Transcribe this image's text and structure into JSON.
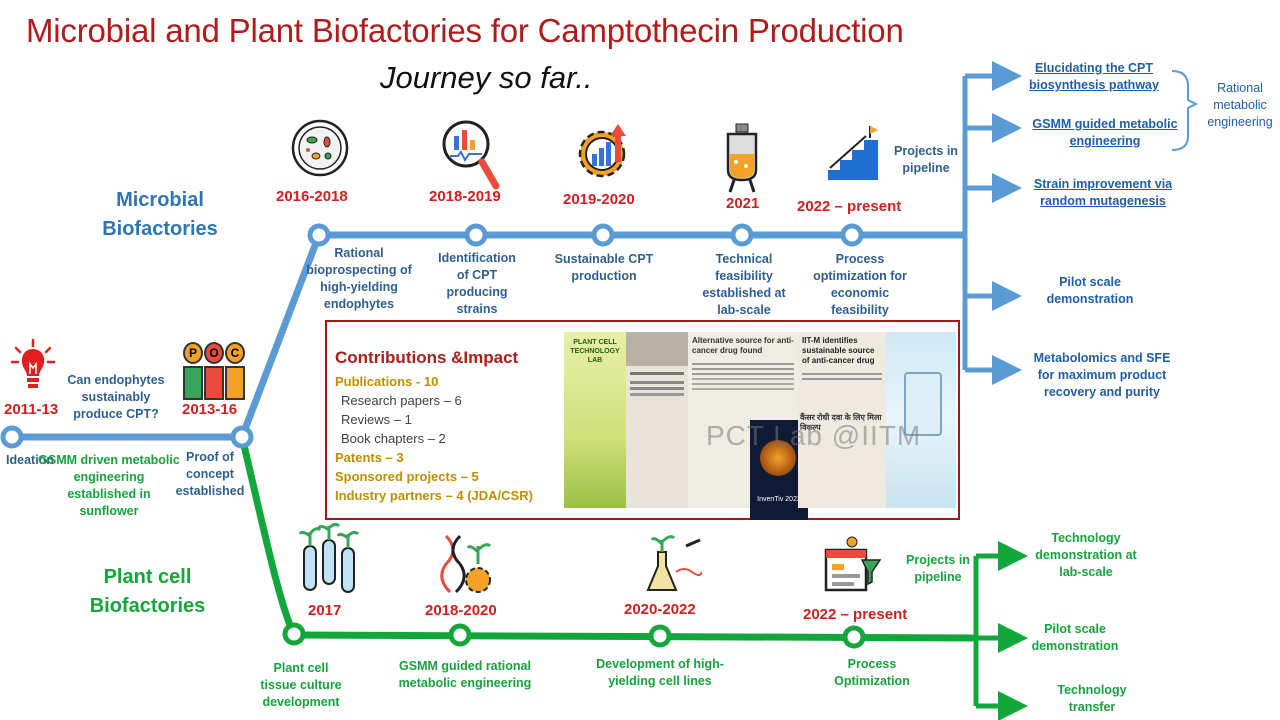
{
  "title": "Microbial and Plant Biofactories for Camptothecin Production",
  "subtitle": "Journey so far..",
  "sections": {
    "microbial": "Microbial Biofactories",
    "plant": "Plant cell Biofactories"
  },
  "start": {
    "ideation_year": "2011-13",
    "ideation_label": "Ideation",
    "question": "Can endophytes sustainably produce CPT?",
    "gsmm_sunflower": "GSMM driven metabolic engineering established in sunflower",
    "poc_year": "2013-16",
    "poc_label": "Proof of concept established",
    "poc_icon_letters": [
      "P",
      "O",
      "C"
    ]
  },
  "microbial_milestones": [
    {
      "year": "2016-2018",
      "label": "Rational bioprospecting of high-yielding endophytes",
      "icon": "petri-dish-icon"
    },
    {
      "year": "2018-2019",
      "label": "Identification of CPT producing strains",
      "icon": "magnifier-analysis-icon"
    },
    {
      "year": "2019-2020",
      "label": "Sustainable CPT production",
      "icon": "gear-growth-chart-icon"
    },
    {
      "year": "2021",
      "label": "Technical feasibility established at lab-scale",
      "icon": "bioreactor-icon"
    },
    {
      "year": "2022 – present",
      "label": "Process optimization for economic feasibility",
      "icon": "stairs-flag-icon"
    }
  ],
  "microbial_pipeline": {
    "label": "Projects in pipeline",
    "projects": [
      "Elucidating the CPT biosynthesis pathway",
      "GSMM guided metabolic engineering",
      "Strain improvement via random mutagenesis",
      "Pilot scale demonstration",
      "Metabolomics and SFE for maximum product recovery and purity"
    ],
    "bracket_label": "Rational metabolic engineering"
  },
  "plant_milestones": [
    {
      "year": "2017",
      "label": "Plant cell tissue culture development",
      "icon": "test-tubes-plants-icon"
    },
    {
      "year": "2018-2020",
      "label": "GSMM guided rational metabolic engineering",
      "icon": "dna-plant-gear-icon"
    },
    {
      "year": "2020-2022",
      "label": "Development of high-yielding cell lines",
      "icon": "flask-plant-dna-icon"
    },
    {
      "year": "2022 – present",
      "label": "Process Optimization",
      "icon": "screen-funnel-icon"
    }
  ],
  "plant_pipeline": {
    "label": "Projects in pipeline",
    "projects": [
      "Technology demonstration at lab-scale",
      "Pilot scale demonstration",
      "Technology transfer"
    ]
  },
  "impact": {
    "title": "Contributions  &Impact",
    "publications": "Publications - 10",
    "research_papers": "Research papers – 6",
    "reviews": "Reviews – 1",
    "book_chapters": "Book chapters – 2",
    "patents": "Patents – 3",
    "sponsored": "Sponsored projects – 5",
    "industry": "Industry  partners – 4 (JDA/CSR)",
    "watermark": "PCT Lab @IITM",
    "clip_texts": {
      "poster": "PLANT CELL TECHNOLOGY LAB",
      "headline1": "Alternative source for anti-cancer drug found",
      "headline2": "IIT-M identifies sustainable source of anti-cancer drug",
      "hindi": "कैंसर रोधी दवा के लिए मिला विकल्प",
      "inventiv": "InvenTiv 2022"
    }
  },
  "colors": {
    "title": "#b01c1c",
    "microbial_line": "#5b9bd5",
    "plant_line": "#12a73a",
    "year": "#d21f1f",
    "gold": "#bf8f00"
  }
}
